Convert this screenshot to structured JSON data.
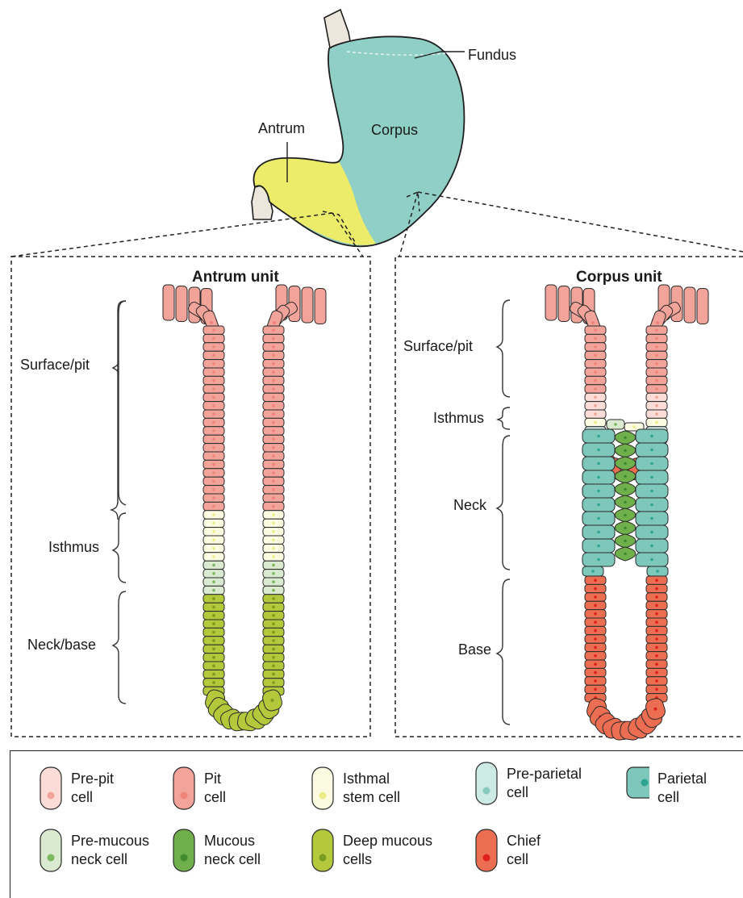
{
  "stomach": {
    "labels": {
      "fundus": "Fundus",
      "antrum": "Antrum",
      "corpus": "Corpus"
    },
    "colors": {
      "antrum": "#ecec6a",
      "corpus": "#8fcfc5",
      "esophagus": "#ece6dc",
      "outline": "#1e1e1e"
    }
  },
  "antrum_unit": {
    "title": "Antrum unit",
    "regions": [
      "Surface/pit",
      "Isthmus",
      "Neck/base"
    ]
  },
  "corpus_unit": {
    "title": "Corpus unit",
    "regions": [
      "Surface/pit",
      "Isthmus",
      "Neck",
      "Base"
    ]
  },
  "legend": {
    "items": [
      {
        "label": "Pre-pit\ncell",
        "fill": "#fbdcd6",
        "dot": "#f3a49a",
        "icon": "pre-pit-cell-icon"
      },
      {
        "label": "Pit\ncell",
        "fill": "#f3a49a",
        "dot": "#ef8478",
        "icon": "pit-cell-icon"
      },
      {
        "label": "Isthmal\nstem cell",
        "fill": "#fbfbe2",
        "dot": "#eeee88",
        "icon": "isthmal-stem-cell-icon"
      },
      {
        "label": "Pre-parietal\ncell",
        "fill": "#cdeae4",
        "dot": "#86c9bd",
        "icon": "pre-parietal-cell-icon"
      },
      {
        "label": "Parietal\ncell",
        "fill": "#7ec8bb",
        "dot": "#2fa494",
        "icon": "parietal-cell-icon"
      },
      {
        "label": "Pre-mucous\nneck cell",
        "fill": "#d9ead0",
        "dot": "#7bb75e",
        "icon": "pre-mucous-neck-cell-icon"
      },
      {
        "label": "Mucous\nneck cell",
        "fill": "#6faf4c",
        "dot": "#3f8b2d",
        "icon": "mucous-neck-cell-icon"
      },
      {
        "label": "Deep mucous\ncells",
        "fill": "#b3c83a",
        "dot": "#7c9a1d",
        "icon": "deep-mucous-cell-icon"
      },
      {
        "label": "Chief\ncell",
        "fill": "#eb6e52",
        "dot": "#e0201c",
        "icon": "chief-cell-icon"
      }
    ]
  }
}
